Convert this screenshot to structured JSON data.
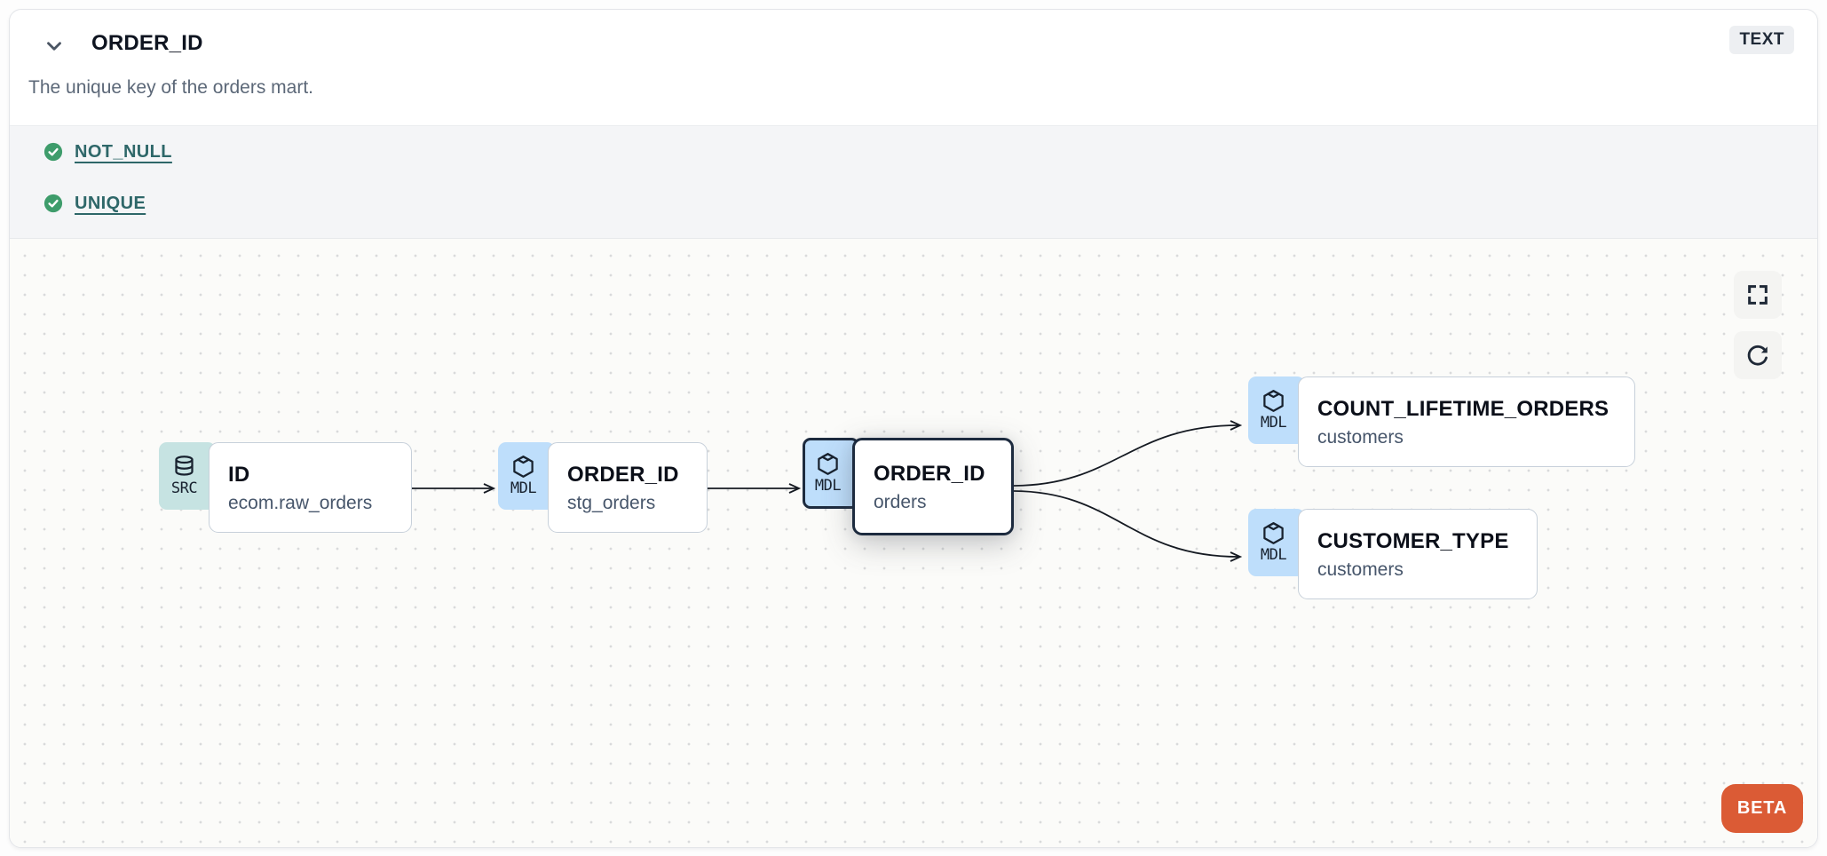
{
  "header": {
    "title": "ORDER_ID",
    "type_badge": "TEXT",
    "description": "The unique key of the orders mart."
  },
  "tests": [
    {
      "name": "NOT_NULL",
      "status": "pass"
    },
    {
      "name": "UNIQUE",
      "status": "pass"
    }
  ],
  "lineage": {
    "nodes": [
      {
        "badge": "SRC",
        "icon": "database",
        "title": "ID",
        "subtitle": "ecom.raw_orders",
        "selected": false
      },
      {
        "badge": "MDL",
        "icon": "cube",
        "title": "ORDER_ID",
        "subtitle": "stg_orders",
        "selected": false
      },
      {
        "badge": "MDL",
        "icon": "cube",
        "title": "ORDER_ID",
        "subtitle": "orders",
        "selected": true
      },
      {
        "badge": "MDL",
        "icon": "cube",
        "title": "COUNT_LIFETIME_ORDERS",
        "subtitle": "customers",
        "selected": false
      },
      {
        "badge": "MDL",
        "icon": "cube",
        "title": "CUSTOMER_TYPE",
        "subtitle": "customers",
        "selected": false
      }
    ],
    "edges": [
      {
        "from": 0,
        "to": 1
      },
      {
        "from": 1,
        "to": 2
      },
      {
        "from": 2,
        "to": 3
      },
      {
        "from": 2,
        "to": 4
      }
    ]
  },
  "canvas": {
    "beta_label": "BETA",
    "controls": [
      "fullscreen-icon",
      "refresh-icon"
    ]
  },
  "colors": {
    "src_badge_bg": "#c6e3e2",
    "mdl_badge_bg": "#bedefb",
    "selected_border": "#1d2b3f",
    "test_pass_green": "#3e9c6b",
    "test_link_teal": "#2e6769",
    "beta_bg": "#db5b35",
    "type_badge_bg": "#edeff2",
    "edge_stroke": "#151a22"
  }
}
